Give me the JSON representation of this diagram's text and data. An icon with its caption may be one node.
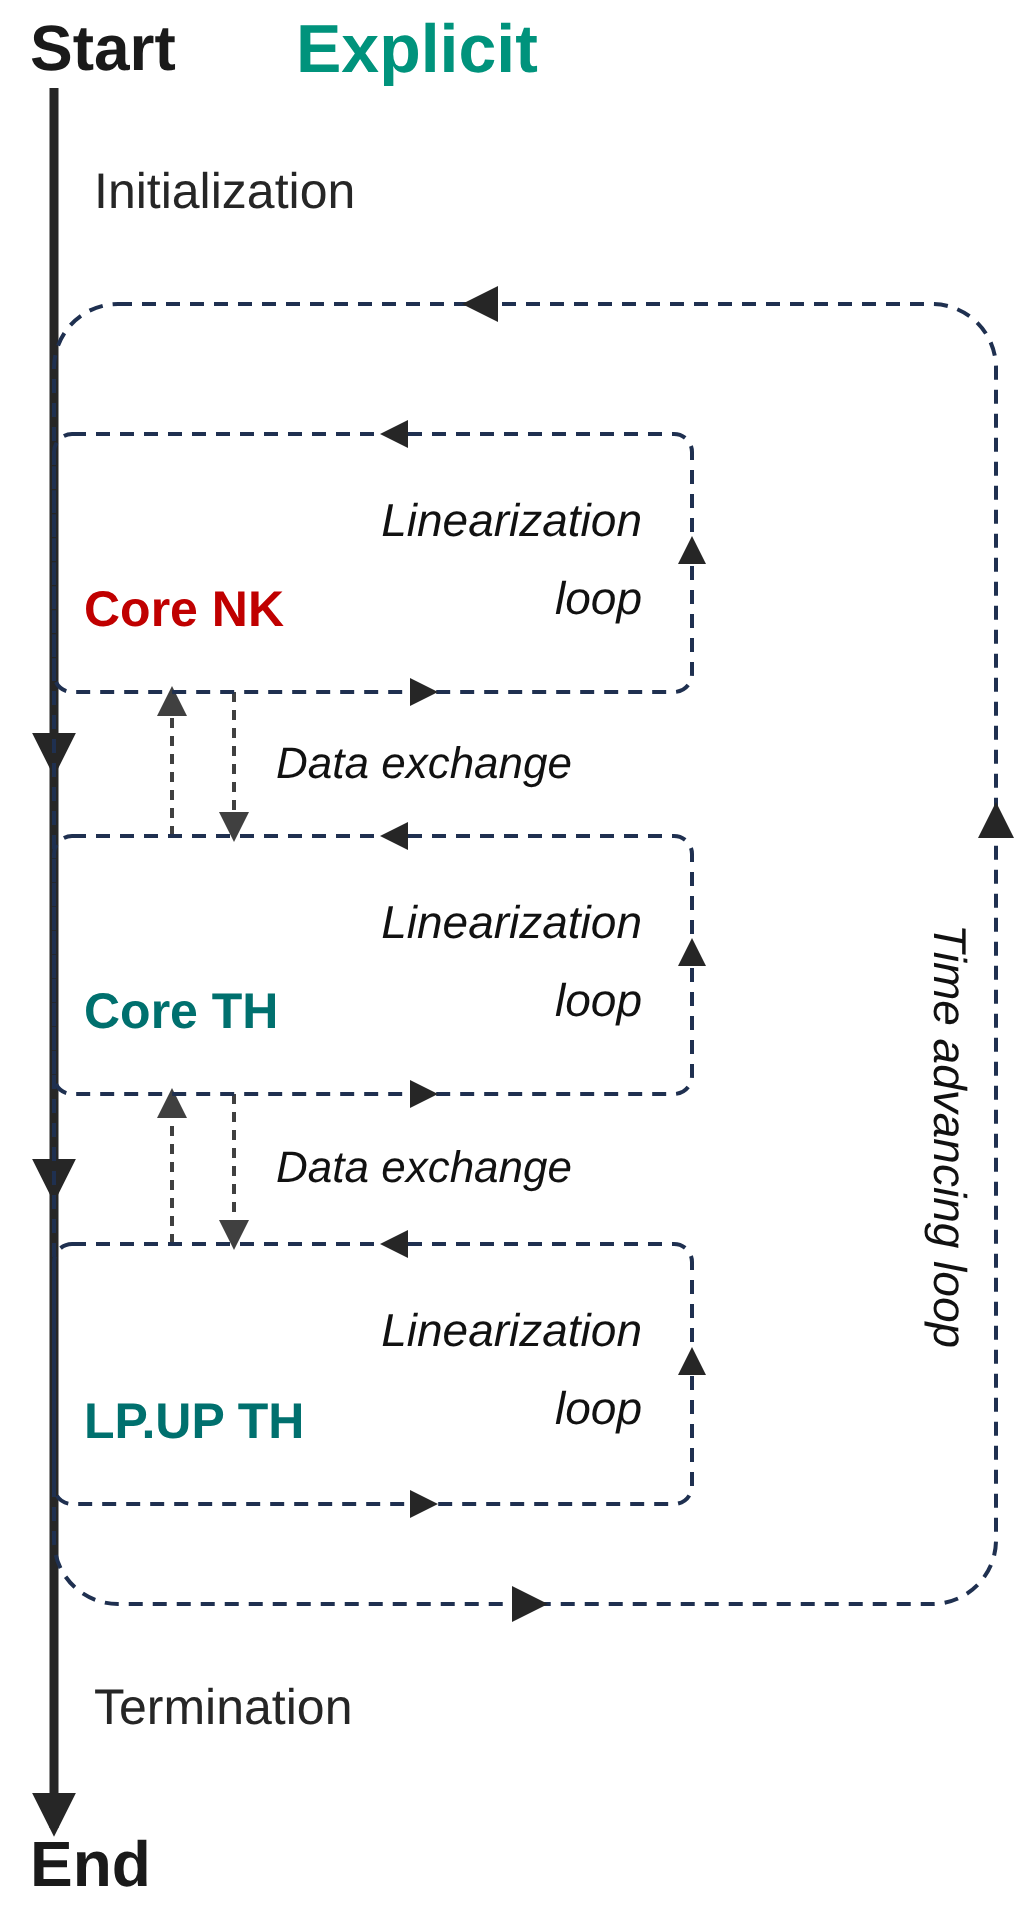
{
  "diagram": {
    "title": "Explicit",
    "nodes": [
      {
        "text": [
          "Start"
        ]
      },
      {
        "text": [
          "Time advancing loop"
        ]
      },
      {
        "text": [
          "Core NK",
          "Linearization loop"
        ],
        "in": 1
      },
      {
        "text": [
          "Core TH",
          "Linearization loop"
        ],
        "in": 1
      },
      {
        "text": [
          "LP.UP TH",
          "Linearization loop"
        ],
        "in": 1
      },
      {
        "text": [
          "End"
        ]
      }
    ],
    "edges": [
      {
        "from": 0,
        "to": 5,
        "arrow": "to",
        "style": "thick"
      },
      {
        "from": 2,
        "to": 3,
        "arrow": "to",
        "style": "dashed",
        "label": "Data exchange"
      },
      {
        "from": 3,
        "to": 2,
        "arrow": "to",
        "style": "dashed"
      },
      {
        "from": 3,
        "to": 4,
        "arrow": "to",
        "style": "dashed",
        "label": "Data exchange"
      },
      {
        "from": 4,
        "to": 3,
        "arrow": "to",
        "style": "dashed"
      }
    ],
    "labels": [
      "Initialization",
      "Termination"
    ]
  }
}
